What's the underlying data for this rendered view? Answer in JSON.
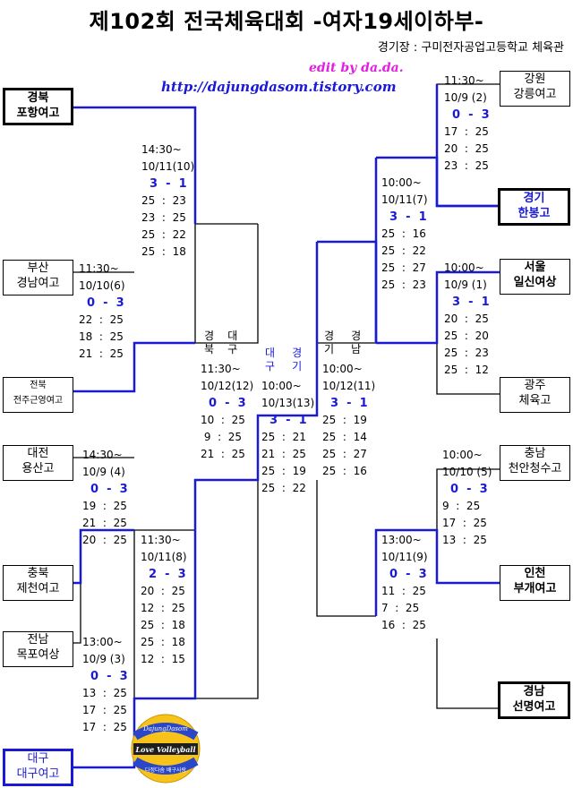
{
  "header": {
    "title": "제102회 전국체육대회 -여자19세이하부-",
    "venue": "경기장 : 구미전자공업고등학교 체육관",
    "edit": "edit by da.da.",
    "url": "http://dajungdasom.tistory.com"
  },
  "teams": {
    "gyeongbuk": {
      "region": "경북",
      "school": "포항여고"
    },
    "busan": {
      "region": "부산",
      "school": "경남여고"
    },
    "jeonbuk": {
      "region": "전북",
      "school": "전주근영여고"
    },
    "daejeon": {
      "region": "대전",
      "school": "용산고"
    },
    "chungbuk": {
      "region": "충북",
      "school": "제천여고"
    },
    "jeonnam": {
      "region": "전남",
      "school": "목포여상"
    },
    "daegu": {
      "region": "대구",
      "school": "대구여고"
    },
    "gangwon": {
      "region": "강원",
      "school": "강릉여고"
    },
    "gyeonggi": {
      "region": "경기",
      "school": "한봉고"
    },
    "seoul": {
      "region": "서울",
      "school": "일신여상"
    },
    "gwangju": {
      "region": "광주",
      "school": "체육고"
    },
    "chungnam": {
      "region": "충남",
      "school": "천안청수고"
    },
    "incheon": {
      "region": "인천",
      "school": "부개여고"
    },
    "gyeongnam": {
      "region": "경남",
      "school": "선명여고"
    }
  },
  "matches": {
    "m10": {
      "time": "14:30~",
      "date": "10/11(10)",
      "score": "3  -  1",
      "sets": [
        "25  :  23",
        "23  :  25",
        "25  :  22",
        "25  :  18"
      ]
    },
    "m6": {
      "time": "11:30~",
      "date": "10/10(6)",
      "score": "0  -  3",
      "sets": [
        "22  :  25",
        "18  :  25",
        "21  :  25"
      ]
    },
    "m4": {
      "time": "14:30~",
      "date": "10/9 (4)",
      "score": "0  -  3",
      "sets": [
        "19  :  25",
        "21  :  25",
        "20  :  25"
      ]
    },
    "m8": {
      "time": "11:30~",
      "date": "10/11(8)",
      "score": "2  -  3",
      "sets": [
        "20  :  25",
        "12  :  25",
        "25  :  18",
        "25  :  18",
        "12  :  15"
      ]
    },
    "m3": {
      "time": "13:00~",
      "date": "10/9 (3)",
      "score": "0  -  3",
      "sets": [
        "13  :  25",
        "17  :  25",
        "17  :  25"
      ]
    },
    "m12": {
      "label": "경    대\n북    구",
      "time": "11:30~",
      "date": "10/12(12)",
      "score": "0  -  3",
      "sets": [
        "10  :  25",
        " 9  :  25",
        "21  :  25"
      ]
    },
    "m13": {
      "label": "대     경\n구     기",
      "time": "10:00~",
      "date": "10/13(13)",
      "score": "3  -  1",
      "sets": [
        "25  :  21",
        "21  :  25",
        "25  :  19",
        "25  :  22"
      ]
    },
    "m11": {
      "label": "경     경\n기     남",
      "time": "10:00~",
      "date": "10/12(11)",
      "score": "3  -  1",
      "sets": [
        "25  :  19",
        "25  :  14",
        "25  :  27",
        "25  :  16"
      ]
    },
    "m2": {
      "time": "11:30~",
      "date": "10/9 (2)",
      "score": "0  -  3",
      "sets": [
        "17  :  25",
        "20  :  25",
        "23  :  25"
      ]
    },
    "m7": {
      "time": "10:00~",
      "date": "10/11(7)",
      "score": "3  -  1",
      "sets": [
        "25  :  16",
        "25  :  22",
        "25  :  27",
        "25  :  23"
      ]
    },
    "m1": {
      "time": "10:00~",
      "date": "10/9 (1)",
      "score": "3  -  1",
      "sets": [
        "20  :  25",
        "25  :  20",
        "25  :  23",
        "25  :  12"
      ]
    },
    "m5": {
      "time": "10:00~",
      "date": "10/10 (5)",
      "score": "0  -  3",
      "sets": [
        "9  :  25",
        "17  :  25",
        "13  :  25"
      ]
    },
    "m9": {
      "time": "13:00~",
      "date": "10/11(9)",
      "score": "0  -  3",
      "sets": [
        "11  :  25",
        "7  :  25",
        "16  :  25"
      ]
    }
  },
  "logo": {
    "top": "DajungDasom",
    "middle": "Love Volleyball",
    "bottom": "다정다솜 배구사랑"
  },
  "colors": {
    "win_line": "#1a1ad6",
    "lose_line": "#000000",
    "score": "#1a1ad6",
    "edit": "#e21ee0"
  }
}
